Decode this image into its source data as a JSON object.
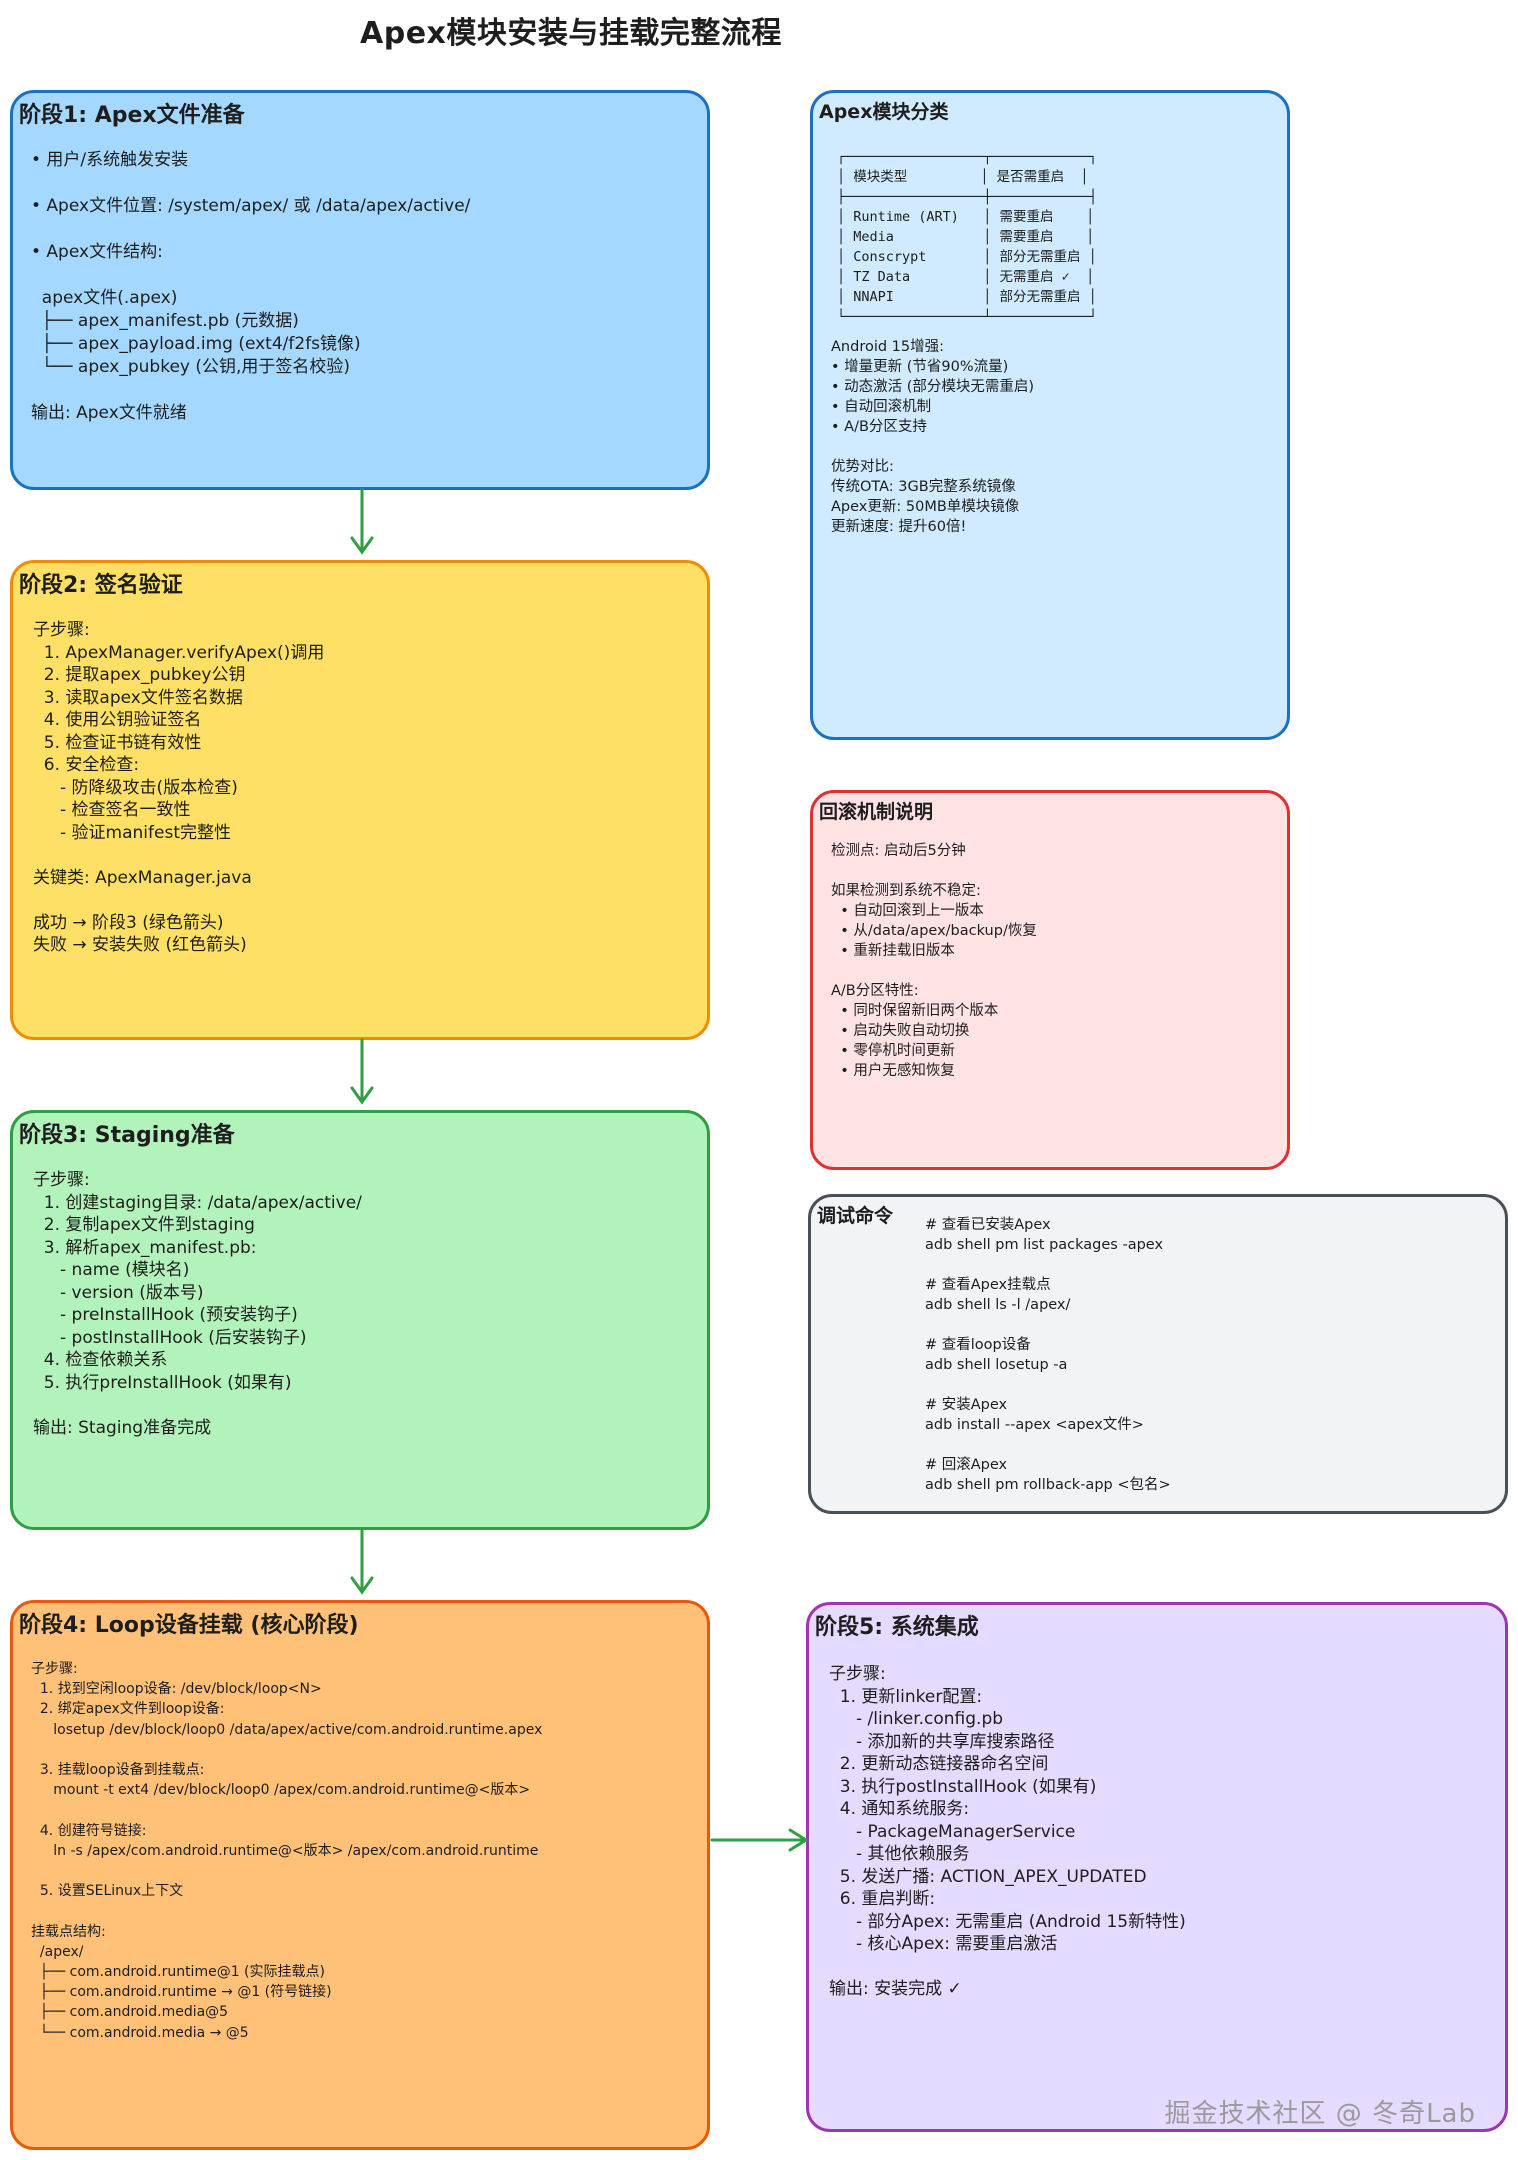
{
  "title": "Apex模块安装与挂载完整流程",
  "stage1": {
    "title": "阶段1: Apex文件准备",
    "body": "• 用户/系统触发安装\n\n• Apex文件位置: /system/apex/ 或 /data/apex/active/\n\n• Apex文件结构:\n\n  apex文件(.apex)\n  ├── apex_manifest.pb (元数据)\n  ├── apex_payload.img (ext4/f2fs镜像)\n  └── apex_pubkey (公钥,用于签名校验)\n\n输出: Apex文件就绪"
  },
  "stage2": {
    "title": "阶段2: 签名验证",
    "body": "子步骤:\n  1. ApexManager.verifyApex()调用\n  2. 提取apex_pubkey公钥\n  3. 读取apex文件签名数据\n  4. 使用公钥验证签名\n  5. 检查证书链有效性\n  6. 安全检查:\n     - 防降级攻击(版本检查)\n     - 检查签名一致性\n     - 验证manifest完整性\n\n关键类: ApexManager.java\n\n成功 → 阶段3 (绿色箭头)\n失败 → 安装失败 (红色箭头)"
  },
  "stage3": {
    "title": "阶段3: Staging准备",
    "body": "子步骤:\n  1. 创建staging目录: /data/apex/active/\n  2. 复制apex文件到staging\n  3. 解析apex_manifest.pb:\n     - name (模块名)\n     - version (版本号)\n     - preInstallHook (预安装钩子)\n     - postInstallHook (后安装钩子)\n  4. 检查依赖关系\n  5. 执行preInstallHook (如果有)\n\n输出: Staging准备完成"
  },
  "stage4": {
    "title": "阶段4: Loop设备挂载 (核心阶段)",
    "body": "子步骤:\n  1. 找到空闲loop设备: /dev/block/loop<N>\n  2. 绑定apex文件到loop设备:\n     losetup /dev/block/loop0 /data/apex/active/com.android.runtime.apex\n\n  3. 挂载loop设备到挂载点:\n     mount -t ext4 /dev/block/loop0 /apex/com.android.runtime@<版本>\n\n  4. 创建符号链接:\n     ln -s /apex/com.android.runtime@<版本> /apex/com.android.runtime\n\n  5. 设置SELinux上下文\n\n挂载点结构:\n  /apex/\n  ├── com.android.runtime@1 (实际挂载点)\n  ├── com.android.runtime → @1 (符号链接)\n  ├── com.android.media@5\n  └── com.android.media → @5"
  },
  "stage5": {
    "title": "阶段5: 系统集成",
    "body": "子步骤:\n  1. 更新linker配置:\n     - /linker.config.pb\n     - 添加新的共享库搜索路径\n  2. 更新动态链接器命名空间\n  3. 执行postInstallHook (如果有)\n  4. 通知系统服务:\n     - PackageManagerService\n     - 其他依赖服务\n  5. 发送广播: ACTION_APEX_UPDATED\n  6. 重启判断:\n     - 部分Apex: 无需重启 (Android 15新特性)\n     - 核心Apex: 需要重启激活\n\n输出: 安装完成 ✓"
  },
  "classification": {
    "title": "Apex模块分类",
    "table": "┌─────────────────┬────────────┐\n│ 模块类型         │ 是否需重启  │\n├─────────────────┼────────────┤\n│ Runtime (ART)   │ 需要重启    │\n│ Media           │ 需要重启    │\n│ Conscrypt       │ 部分无需重启 │\n│ TZ Data         │ 无需重启 ✓  │\n│ NNAPI           │ 部分无需重启 │\n└─────────────────┴────────────┘",
    "body": "Android 15增强:\n• 增量更新 (节省90%流量)\n• 动态激活 (部分模块无需重启)\n• 自动回滚机制\n• A/B分区支持\n\n优势对比:\n传统OTA: 3GB完整系统镜像\nApex更新: 50MB单模块镜像\n更新速度: 提升60倍!"
  },
  "rollback": {
    "title": "回滚机制说明",
    "body": "检测点: 启动后5分钟\n\n如果检测到系统不稳定:\n  • 自动回滚到上一版本\n  • 从/data/apex/backup/恢复\n  • 重新挂载旧版本\n\nA/B分区特性:\n  • 同时保留新旧两个版本\n  • 启动失败自动切换\n  • 零停机时间更新\n  • 用户无感知恢复"
  },
  "debug": {
    "title": "调试命令",
    "body": "# 查看已安装Apex\nadb shell pm list packages -apex\n\n# 查看Apex挂载点\nadb shell ls -l /apex/\n\n# 查看loop设备\nadb shell losetup -a\n\n# 安装Apex\nadb install --apex <apex文件>\n\n# 回滚Apex\nadb shell pm rollback-app <包名>"
  },
  "watermark": "掘金技术社区 @ 冬奇Lab",
  "colors": {
    "stage1": "#a5d8ff",
    "stage1_border": "#1971c2",
    "stage2": "#ffe066",
    "stage2_border": "#f08c00",
    "stage3": "#b2f2bb",
    "stage3_border": "#2f9e44",
    "stage4": "#ffc078",
    "stage4_border": "#e8590c",
    "stage5": "#e5dbff",
    "stage5_border": "#9c36b5",
    "classification": "#d0ebff",
    "classification_border": "#1971c2",
    "rollback": "#ffe3e3",
    "rollback_border": "#e03131",
    "debug": "#f1f3f5",
    "debug_border": "#495057",
    "arrow": "#2f9e44"
  }
}
